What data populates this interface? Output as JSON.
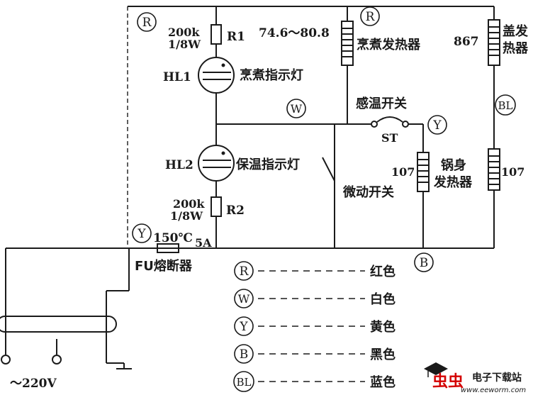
{
  "diagram": {
    "badges": {
      "r_top_left": "R",
      "r_top_mid": "R",
      "w": "W",
      "y_right": "Y",
      "bl": "BL",
      "y_bottom": "Y",
      "b_bottom": "B"
    },
    "components": {
      "r1_value": "200k",
      "r1_power": "1/8W",
      "r1_label": "R1",
      "hl1_label": "HL1",
      "hl1_name": "烹煮指示灯",
      "hl2_label": "HL2",
      "hl2_name": "保温指示灯",
      "r2_value": "200k",
      "r2_power": "1/8W",
      "r2_label": "R2",
      "cook_heater_value": "74.6～80.8",
      "cook_heater_name": "烹煮发热器",
      "lid_heater_value": "867",
      "lid_heater_name_1": "盖发",
      "lid_heater_name_2": "热器",
      "thermo_switch_name": "感温开关",
      "thermo_switch_label": "ST",
      "micro_heater_value": "107",
      "micro_switch_name": "微动开关",
      "body_heater_value": "107",
      "body_heater_name_1": "锅身",
      "body_heater_name_2": "发热器",
      "fuse_rating_temp": "150℃",
      "fuse_rating_current": "5A",
      "fuse_name": "FU熔断器",
      "supply_voltage": "～220V"
    },
    "legend": [
      {
        "code": "R",
        "color_name": "红色"
      },
      {
        "code": "W",
        "color_name": "白色"
      },
      {
        "code": "Y",
        "color_name": "黄色"
      },
      {
        "code": "B",
        "color_name": "黑色"
      },
      {
        "code": "BL",
        "color_name": "蓝色"
      }
    ],
    "watermark": {
      "logo_text": "虫虫",
      "site_name": "电子下载站",
      "url": "www.eeworm.com"
    }
  }
}
